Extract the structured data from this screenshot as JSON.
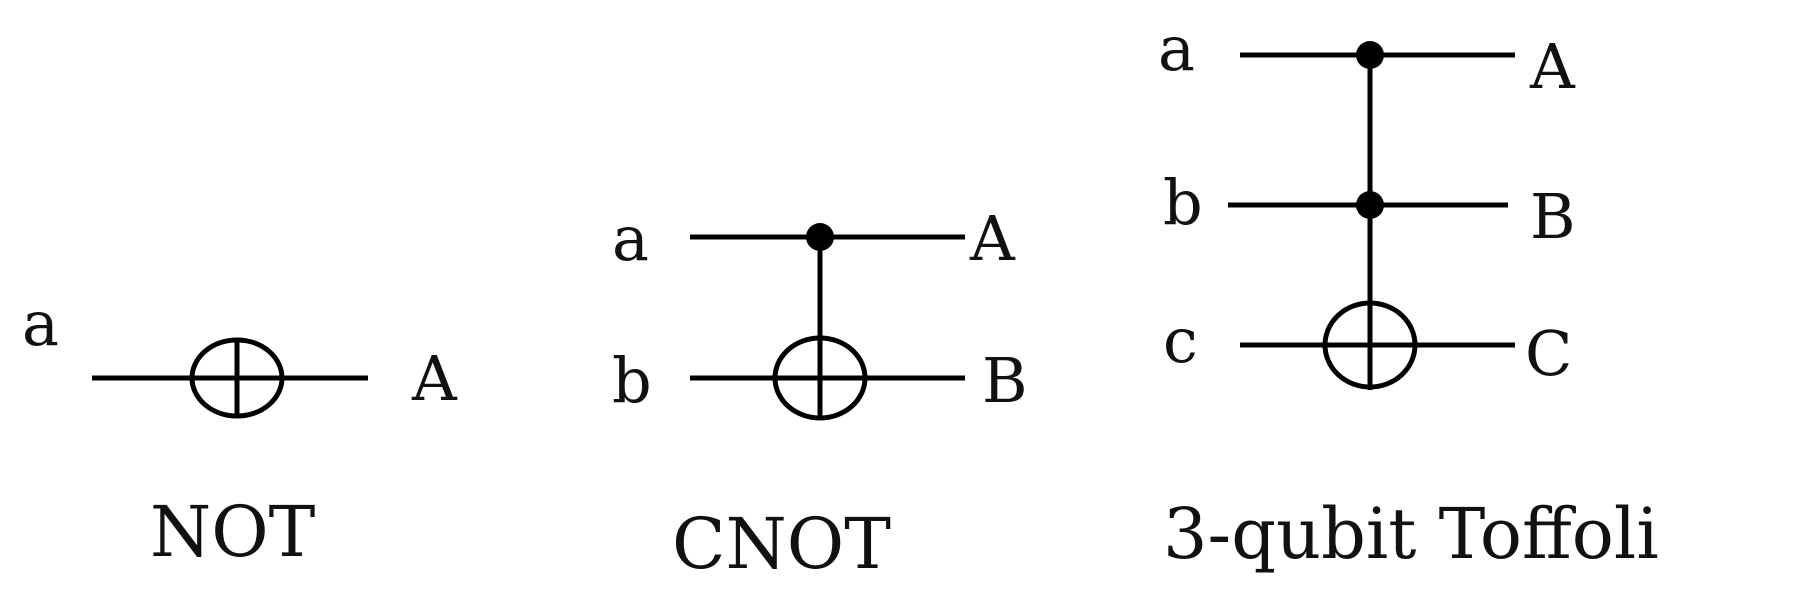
{
  "gates": [
    {
      "title": "NOT",
      "inputs": [
        "a"
      ],
      "outputs": [
        "A"
      ]
    },
    {
      "title": "CNOT",
      "inputs": [
        "a",
        "b"
      ],
      "outputs": [
        "A",
        "B"
      ]
    },
    {
      "title": "3-qubit Toffoli",
      "inputs": [
        "a",
        "b",
        "c"
      ],
      "outputs": [
        "A",
        "B",
        "C"
      ]
    }
  ]
}
